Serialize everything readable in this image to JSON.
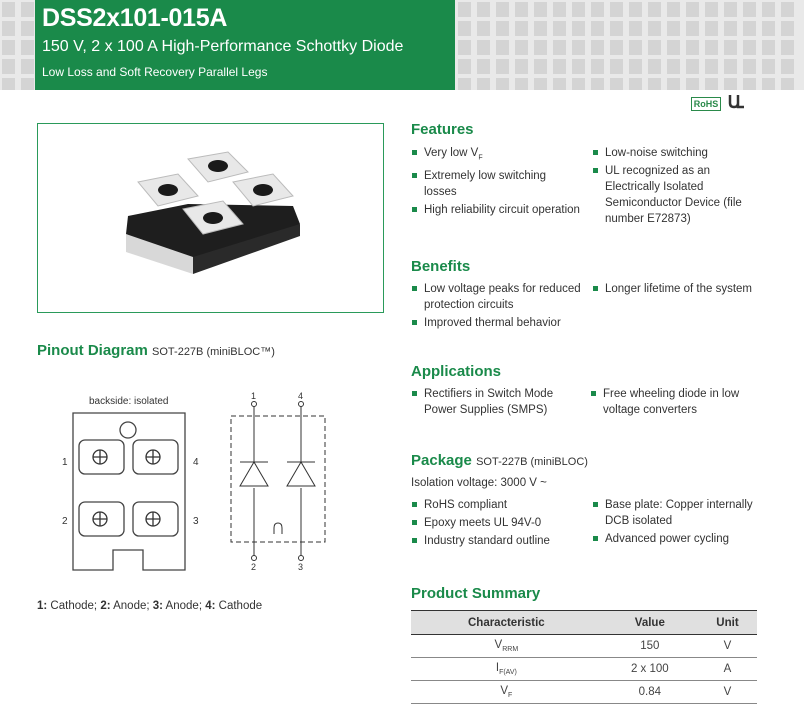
{
  "header": {
    "part_number": "DSS2x101-015A",
    "subtitle": "150 V, 2 x 100 A High-Performance Schottky Diode",
    "tagline": "Low Loss and Soft Recovery Parallel Legs"
  },
  "badges": {
    "rohs": "RoHS",
    "ul": "ᵁL"
  },
  "features": {
    "heading": "Features",
    "left": [
      {
        "text": "Very low V",
        "sub": "F"
      },
      {
        "text": "Extremely low switching losses"
      },
      {
        "text": "High reliability circuit operation"
      }
    ],
    "right": [
      {
        "text": "Low-noise switching"
      },
      {
        "text": "UL recognized as an Electrically Isolated Semiconductor Device (file number E72873)"
      }
    ]
  },
  "benefits": {
    "heading": "Benefits",
    "left": [
      "Low voltage peaks for reduced protection circuits",
      "Improved thermal behavior"
    ],
    "right": [
      "Longer lifetime of the system"
    ]
  },
  "applications": {
    "heading": "Applications",
    "left": [
      "Rectifiers in Switch Mode Power Supplies (SMPS)"
    ],
    "right": [
      "Free wheeling diode in low voltage converters"
    ]
  },
  "package": {
    "heading": "Package",
    "heading_sub": "SOT-227B (miniBLOC)",
    "isolation": "Isolation voltage: 3000 V ~",
    "left": [
      "RoHS compliant",
      "Epoxy meets UL 94V-0",
      "Industry standard outline"
    ],
    "right": [
      "Base plate: Copper internally DCB isolated",
      "Advanced power cycling"
    ]
  },
  "pinout": {
    "heading": "Pinout Diagram",
    "heading_sub": "SOT-227B (miniBLOC™)",
    "backside_label": "backside: isolated",
    "pin_labels": {
      "p1": "1",
      "p2": "2",
      "p3": "3",
      "p4": "4"
    },
    "legend": [
      {
        "num": "1:",
        "name": " Cathode; "
      },
      {
        "num": "2:",
        "name": " Anode; "
      },
      {
        "num": "3:",
        "name": " Anode; "
      },
      {
        "num": "4:",
        "name": " Cathode"
      }
    ]
  },
  "product_summary": {
    "heading": "Product Summary",
    "columns": [
      "Characteristic",
      "Value",
      "Unit"
    ],
    "rows": [
      {
        "sym": "V",
        "sub": "RRM",
        "value": "150",
        "unit": "V"
      },
      {
        "sym": "I",
        "sub": "F(AV)",
        "value": "2 x 100",
        "unit": "A"
      },
      {
        "sym": "V",
        "sub": "F",
        "value": "0.84",
        "unit": "V"
      }
    ]
  },
  "colors": {
    "brand_green": "#1a8a4a",
    "header_gray": "#e9e9e9"
  }
}
